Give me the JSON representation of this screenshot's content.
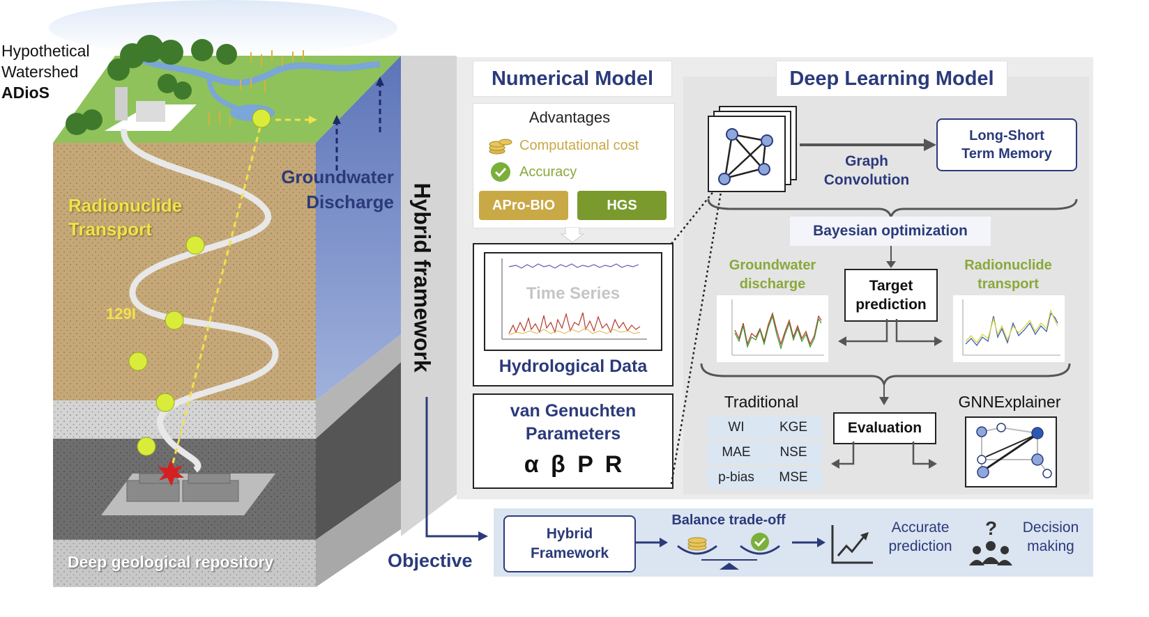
{
  "left": {
    "watershed_line1": "Hypothetical",
    "watershed_line2": "Watershed",
    "watershed_line3": "ADioS",
    "radionuclide_line1": "Radionuclide",
    "radionuclide_line2": "Transport",
    "groundwater_line1": "Groundwater",
    "groundwater_line2": "Discharge",
    "isotope": "129I",
    "repository": "Deep geological repository"
  },
  "hybrid_label": "Hybrid framework",
  "numerical": {
    "title": "Numerical Model",
    "advantages": "Advantages",
    "cost": "Computational cost",
    "accuracy": "Accuracy",
    "btn1": "APro-BIO",
    "btn2": "HGS",
    "chart_watermark": "Time Series",
    "hydro": "Hydrological Data",
    "vg_line1": "van Genuchten",
    "vg_line2": "Parameters",
    "params": "α β P R"
  },
  "deep": {
    "title": "Deep Learning Model",
    "gc_line1": "Graph",
    "gc_line2": "Convolution",
    "lstm_line1": "Long-Short",
    "lstm_line2": "Term Memory",
    "bayes": "Bayesian optimization",
    "gw_line1": "Groundwater",
    "gw_line2": "discharge",
    "tp_line1": "Target",
    "tp_line2": "prediction",
    "rt_line1": "Radionuclide",
    "rt_line2": "transport",
    "traditional": "Traditional",
    "evaluation": "Evaluation",
    "gnnexplainer": "GNNExplainer",
    "metrics": [
      "WI",
      "KGE",
      "MAE",
      "NSE",
      "p-bias",
      "MSE"
    ]
  },
  "objective": {
    "label": "Objective",
    "hf_line1": "Hybrid",
    "hf_line2": "Framework",
    "balance": "Balance trade-off",
    "acc_line1": "Accurate",
    "acc_line2": "prediction",
    "dec_line1": "Decision",
    "dec_line2": "making"
  },
  "colors": {
    "title_blue": "#2b3a7a",
    "gold": "#c9a846",
    "olive": "#7a9a2e",
    "green_label": "#8aa83a",
    "metric_bg": "#dbe6f3",
    "yellow_text": "#f2e24a",
    "soil": "#c6a878",
    "water": "#6f86c4"
  }
}
